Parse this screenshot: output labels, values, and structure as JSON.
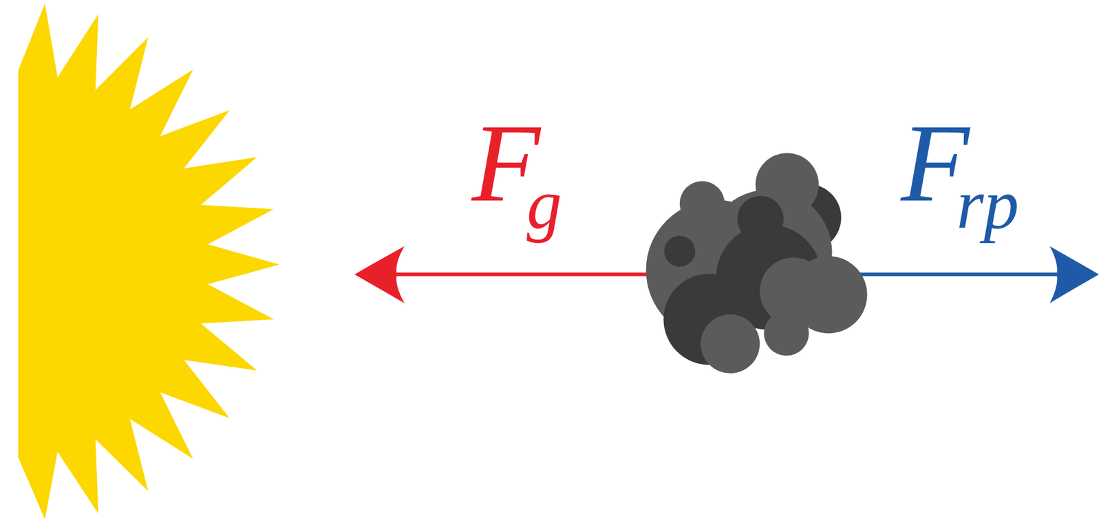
{
  "diagram": {
    "labels": [
      "F",
      "g",
      "F",
      "rp"
    ]
  }
}
